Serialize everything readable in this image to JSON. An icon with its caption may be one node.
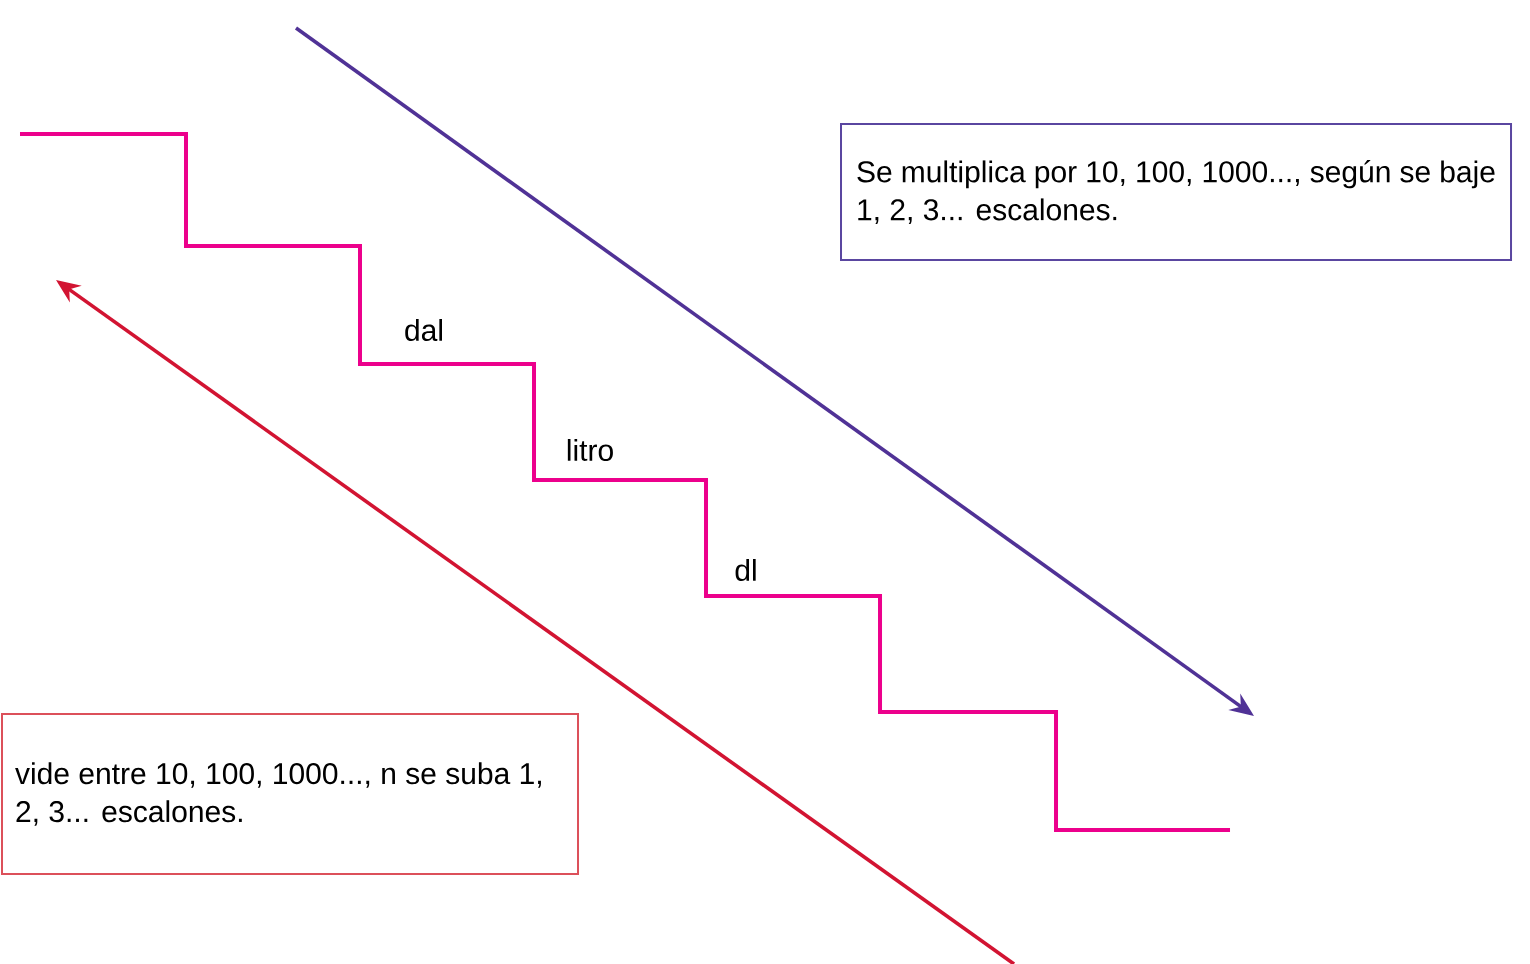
{
  "diagram": {
    "nodes": [
      {
        "text": [
          "Se multiplica por 10, 100, 1000..., según se baje 1, 2, 3... escalones."
        ]
      },
      {
        "text": [
          "vide entre 10, 100, 1000..., n se suba 1, 2, 3... escalones."
        ]
      }
    ],
    "labels": [
      "dal",
      "litro",
      "dl"
    ]
  }
}
